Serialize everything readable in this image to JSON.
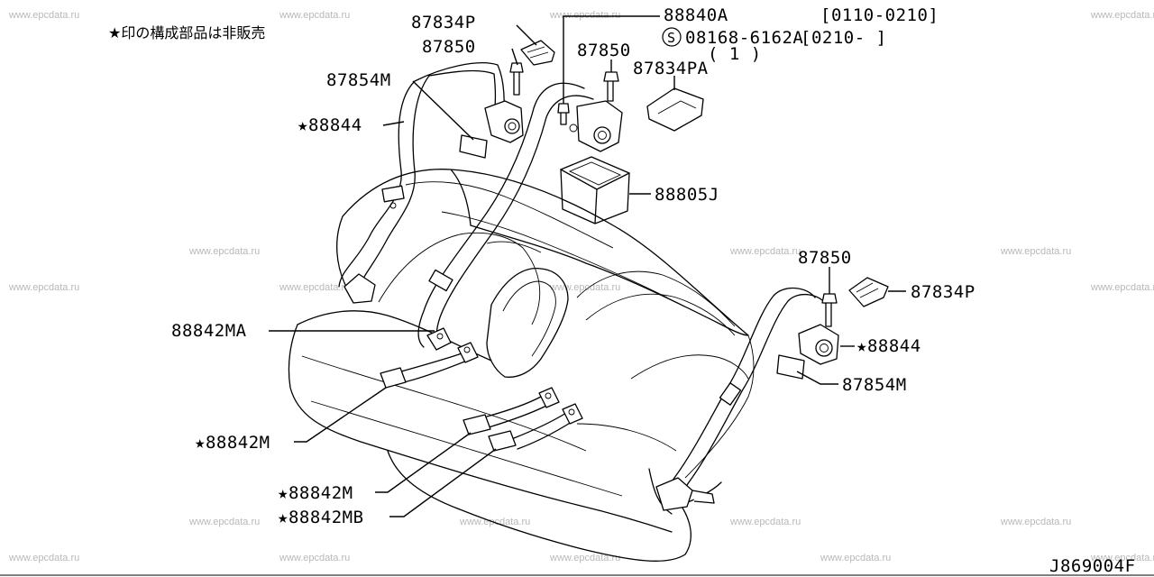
{
  "watermark": "www.epcdata.ru",
  "note": "★印の構成部品は非販売",
  "diagram_code": "J869004F",
  "labels": {
    "p87834p_top": "87834P",
    "p87850_a": "87850",
    "p87854m_top": "87854M",
    "p88844_left": "★88844",
    "p88840a": "88840A",
    "date_range_1": "[0110-0210]",
    "p08168": "08168-6162A",
    "date_range_2": "[0210-    ]",
    "qty_1": "( 1 )",
    "p87850_b": "87850",
    "p87834pa": "87834PA",
    "p88805j": "88805J",
    "p87850_c": "87850",
    "p87834p_right": "87834P",
    "p88844_right": "★88844",
    "p87854m_right": "87854M",
    "p88842ma": "88842MA",
    "p88842m_a": "★88842M",
    "p88842m_b": "★88842M",
    "p88842mb": "★88842MB"
  },
  "icons": {
    "screw_symbol": "S"
  }
}
